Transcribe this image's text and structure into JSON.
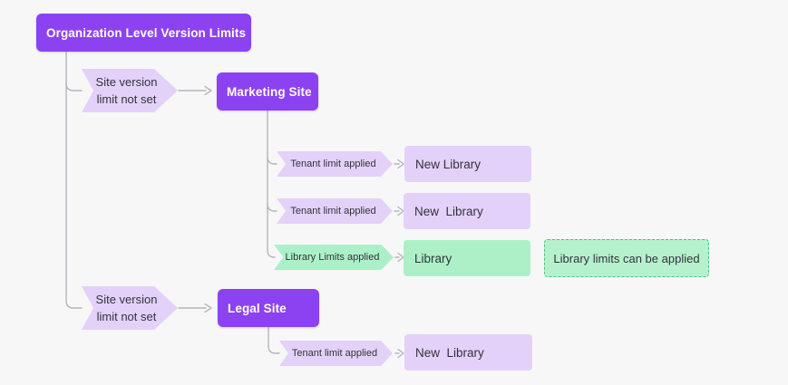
{
  "theme": {
    "background": "#f7f7f8",
    "purple": "#8c42f0",
    "light_purple": "#e4d1f9",
    "green": "#adf0c8",
    "note_green": "#b6f1ce",
    "green_border": "#57bb81",
    "line": "#b6b6bb",
    "dark_text": "#32323c"
  },
  "diagram": {
    "root_label": "Organization Level Version Limits",
    "branches": [
      {
        "condition_line1": "Site version",
        "condition_line2": "limit not set",
        "site_label": "Marketing Site",
        "rows": [
          {
            "condition": "Tenant limit applied",
            "result": "New Library"
          },
          {
            "condition": "Tenant limit applied",
            "result": "New  Library"
          },
          {
            "condition": "Library Limits applied",
            "result": "Library"
          }
        ]
      },
      {
        "condition_line1": "Site version",
        "condition_line2": "limit not set",
        "site_label": "Legal Site",
        "rows": [
          {
            "condition": "Tenant limit applied",
            "result": "New  Library"
          }
        ]
      }
    ],
    "annotation": "Library limits can be applied"
  }
}
